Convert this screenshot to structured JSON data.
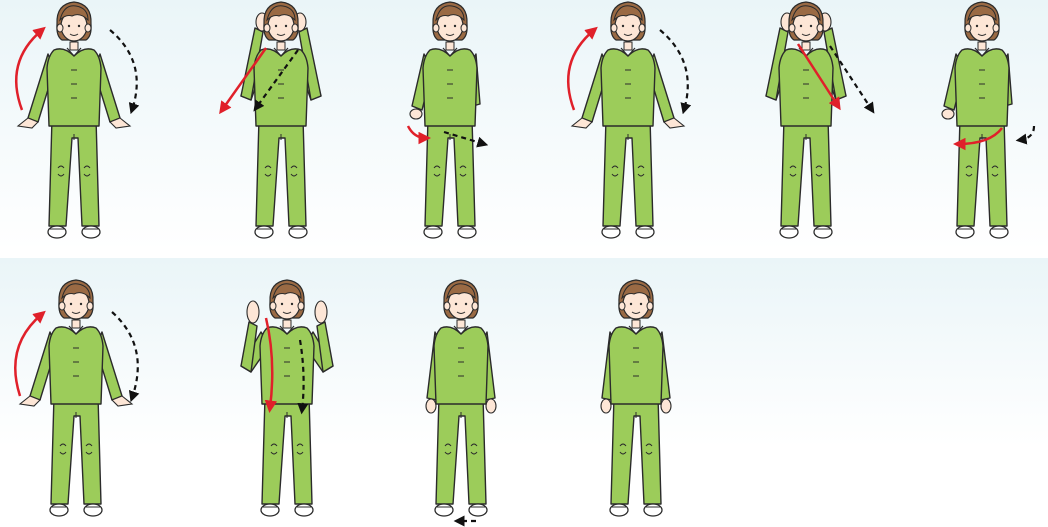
{
  "illustration": {
    "type": "exercise-step-sequence",
    "rows": 2,
    "figures_per_row": [
      6,
      4
    ],
    "figure_count": 10
  },
  "colors": {
    "background_top": "#eaf5f8",
    "outfit": "#9ccc5a",
    "outfit_outline": "#2b2b2b",
    "skin": "#fde6d6",
    "hair": "#9a6a44",
    "arrow_primary": "#e0202a",
    "arrow_secondary": "#111111"
  },
  "steps": [
    {
      "pose": "arms-raise-wide",
      "red_arrow": "left-arc-up",
      "dashed_arrow": "right-arc-down"
    },
    {
      "pose": "hands-on-ears",
      "red_arrow": "diagonal-down-left",
      "dashed_arrow": "diagonal-down-left"
    },
    {
      "pose": "side-turn-arms-down",
      "red_arrow": "short-down-right",
      "dashed_arrow": "right"
    },
    {
      "pose": "arms-raise-wide",
      "red_arrow": "left-arc-up",
      "dashed_arrow": "right-arc-down"
    },
    {
      "pose": "hands-on-ears-turn",
      "red_arrow": "diagonal-down-right",
      "dashed_arrow": "diagonal-down-right"
    },
    {
      "pose": "side-turn-arm-swing",
      "red_arrow": "left-curve",
      "dashed_arrow": "short-curve-down"
    },
    {
      "pose": "arms-raise-wide",
      "red_arrow": "left-arc-up",
      "dashed_arrow": "right-arc-down"
    },
    {
      "pose": "palms-up-by-head",
      "red_arrow": "down",
      "dashed_arrow": "down"
    },
    {
      "pose": "standing-arms-down",
      "red_arrow": "",
      "dashed_arrow": "left-at-feet"
    },
    {
      "pose": "standing-arms-down",
      "red_arrow": "",
      "dashed_arrow": ""
    }
  ]
}
